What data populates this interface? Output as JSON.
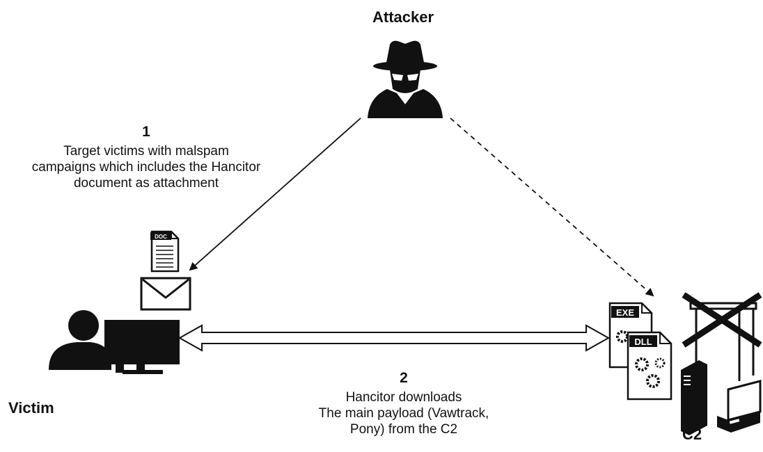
{
  "nodes": {
    "attacker": {
      "label": "Attacker",
      "icon": "spy-icon"
    },
    "victim": {
      "label": "Victim",
      "icon": "user-computer-icon"
    },
    "c2": {
      "label": "C2",
      "icon": "server-network-icon"
    }
  },
  "documents": {
    "doc": "DOC",
    "exe": "EXE",
    "dll": "DLL"
  },
  "steps": [
    {
      "number": "1",
      "lines": [
        "Target victims with malspam",
        "campaigns which includes the Hancitor",
        "document as attachment"
      ]
    },
    {
      "number": "2",
      "lines": [
        "Hancitor downloads",
        "The main payload (Vawtrack,",
        "Pony) from the C2"
      ]
    }
  ],
  "colors": {
    "ink": "#111111",
    "background": "#ffffff"
  }
}
